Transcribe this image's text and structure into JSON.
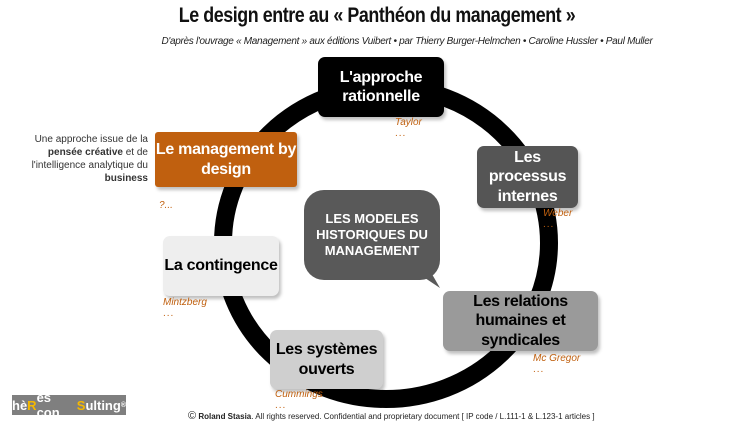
{
  "title": "Le design entre au « Panthéon du management »",
  "subtitle": "D'après l'ouvrage « Management » aux éditions Vuibert •  par Thierry Burger-Helmchen • Caroline Hussler • Paul Muller",
  "center": "LES MODELES HISTORIQUES DU MANAGEMENT",
  "intro": {
    "a": "Une approche issue de la ",
    "b": "pensée créative",
    "c": " et de l'intelligence analytique du ",
    "d": "business"
  },
  "models": [
    {
      "label": "L'approche rationnelle",
      "author": "Taylor",
      "dots": "..."
    },
    {
      "label": "Les processus internes",
      "author": "Weber",
      "dots": "..."
    },
    {
      "label": "Les relations humaines et syndicales",
      "author": "Mc Gregor",
      "dots": "..."
    },
    {
      "label": "Les systèmes ouverts",
      "author": "Cummings",
      "dots": "..."
    },
    {
      "label": "La contingence",
      "author": "Mintzberg",
      "dots": "..."
    },
    {
      "label": "Le management by design",
      "author": "?...",
      "dots": ""
    }
  ],
  "logo": {
    "a": "hè",
    "b": "R",
    "c": "ès con",
    "d": "S",
    "e": "ulting",
    "reg": "®"
  },
  "footer": {
    "copy": "©",
    "name": "Roland Stasia",
    "rest": ". All rights reserved. Confidential and proprietary document [ IP code /  L.111-1 & L.123-1 articles ]"
  },
  "colors": {
    "accent": "#c0600f",
    "dark": "#000000"
  }
}
